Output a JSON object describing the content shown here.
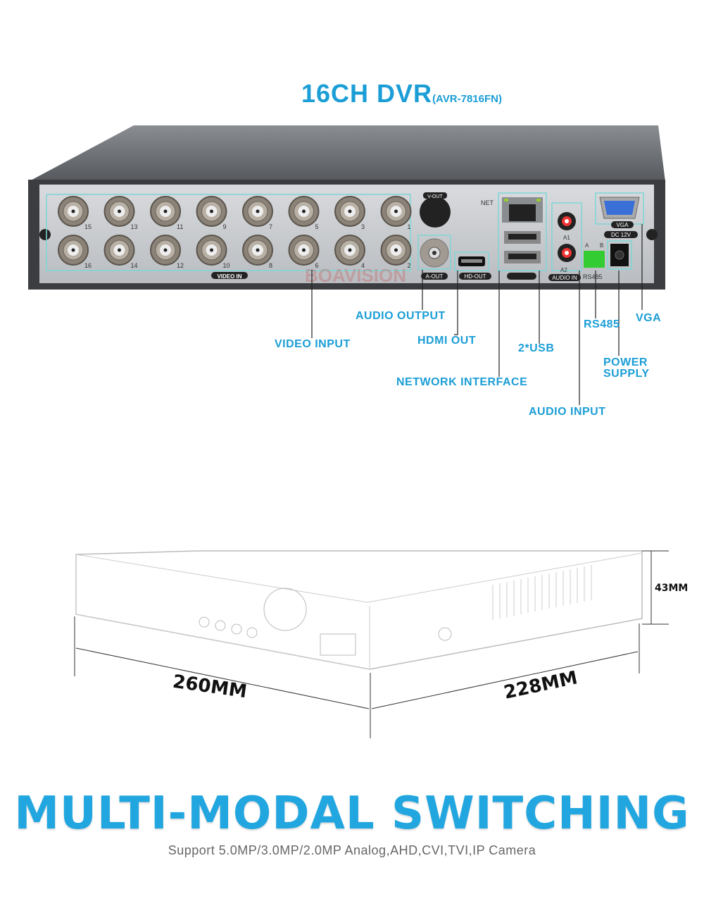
{
  "title": {
    "main": "16CH DVR",
    "model": "(AVR-7816FN)"
  },
  "panel": {
    "ports_top": [
      "15",
      "13",
      "11",
      "9",
      "7",
      "5",
      "3",
      "1"
    ],
    "ports_bottom": [
      "16",
      "14",
      "12",
      "10",
      "8",
      "6",
      "4",
      "2"
    ],
    "video_in": "VIDEO IN",
    "v_out": "V-OUT",
    "a_out": "A-OUT",
    "hd_out": "HD-OUT",
    "net": "NET",
    "audio_in": "AUDIO IN",
    "a1": "A1",
    "a2": "A2",
    "rs485": "RS485",
    "rs_a": "A",
    "rs_b": "B",
    "vga": "VGA",
    "dc": "DC 12V",
    "watermark": "BOAVISION"
  },
  "callouts": {
    "audio_output": "AUDIO OUTPUT",
    "video_input": "VIDEO INPUT",
    "hdmi_out": "HDMI OUT",
    "usb": "2*USB",
    "network": "NETWORK INTERFACE",
    "rs485": "RS485",
    "vga": "VGA",
    "power_line1": "POWER",
    "power_line2": "SUPPLY",
    "audio_input": "AUDIO INPUT"
  },
  "dimensions": {
    "width": "260MM",
    "depth": "228MM",
    "height": "43MM"
  },
  "headline": "MULTI-MODAL SWITCHING",
  "subheadline": "Support 5.0MP/3.0MP/2.0MP Analog,AHD,CVI,TVI,IP Camera",
  "colors": {
    "accent": "#1b9ed6",
    "highlight": "#7fd6d6"
  }
}
